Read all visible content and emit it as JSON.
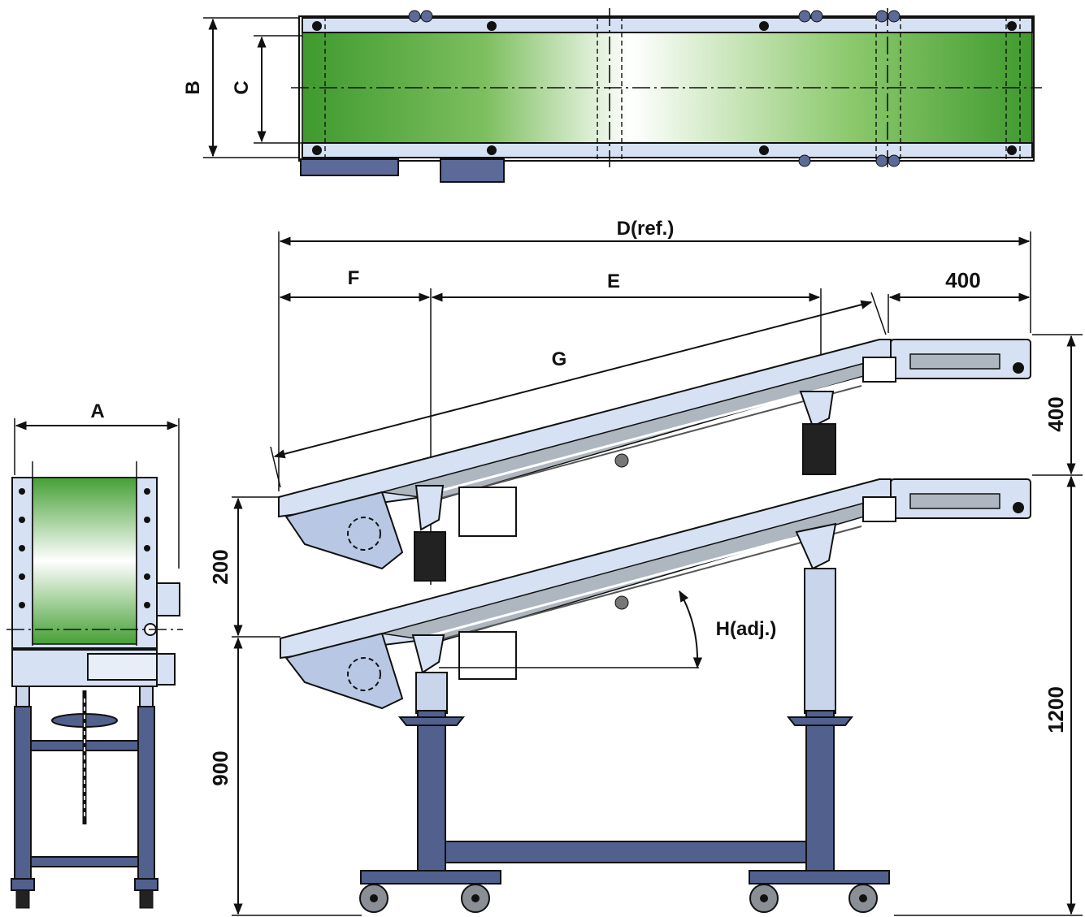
{
  "labels": {
    "A": "A",
    "B": "B",
    "C": "C",
    "D": "D(ref.)",
    "E": "E",
    "F": "F",
    "G": "G",
    "H": "H(adj.)",
    "top_offset": "400",
    "right_offset": "400",
    "upper_height": "200",
    "lower_height": "900",
    "total_height": "1200"
  },
  "colors": {
    "belt_green": "#4fa63a",
    "frame_blue": "#d6e2f3",
    "leg_navy": "#52608e",
    "line": "#111111"
  }
}
